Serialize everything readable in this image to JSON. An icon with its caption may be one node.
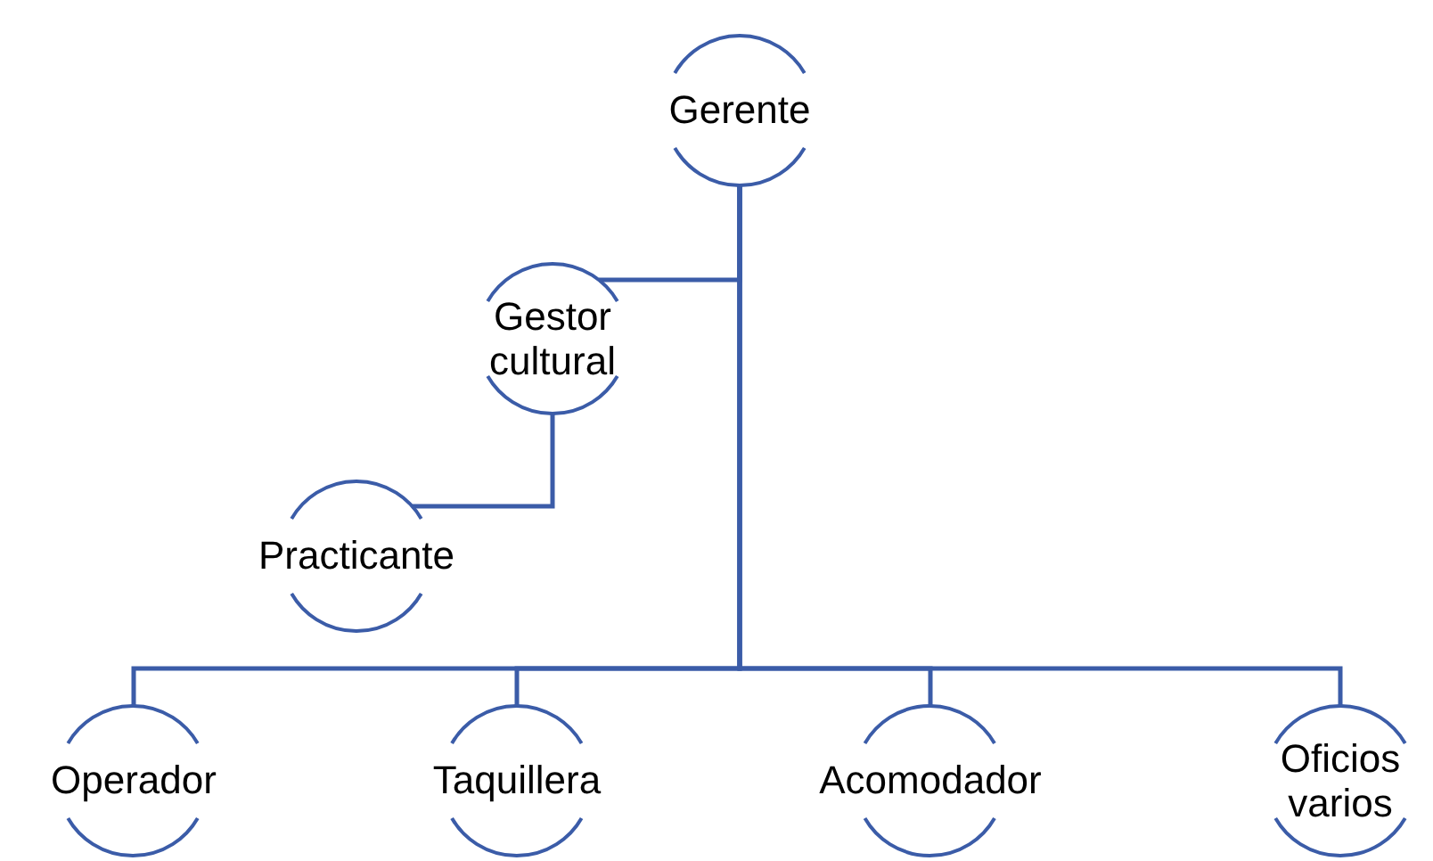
{
  "diagram": {
    "nodes": [
      {
        "text": [
          "Gerente"
        ]
      },
      {
        "text": [
          "Gestor cultural"
        ]
      },
      {
        "text": [
          "Practicante"
        ]
      },
      {
        "text": [
          "Operador"
        ]
      },
      {
        "text": [
          "Taquillera"
        ]
      },
      {
        "text": [
          "Acomodador"
        ]
      },
      {
        "text": [
          "Oficios varios"
        ]
      }
    ],
    "edges": [
      {
        "from": 0,
        "to": 1,
        "arrow": "none"
      },
      {
        "from": 1,
        "to": 2,
        "arrow": "none"
      },
      {
        "from": 0,
        "to": 3,
        "arrow": "none"
      },
      {
        "from": 0,
        "to": 4,
        "arrow": "none"
      },
      {
        "from": 0,
        "to": 5,
        "arrow": "none"
      },
      {
        "from": 0,
        "to": 6,
        "arrow": "none"
      }
    ]
  }
}
